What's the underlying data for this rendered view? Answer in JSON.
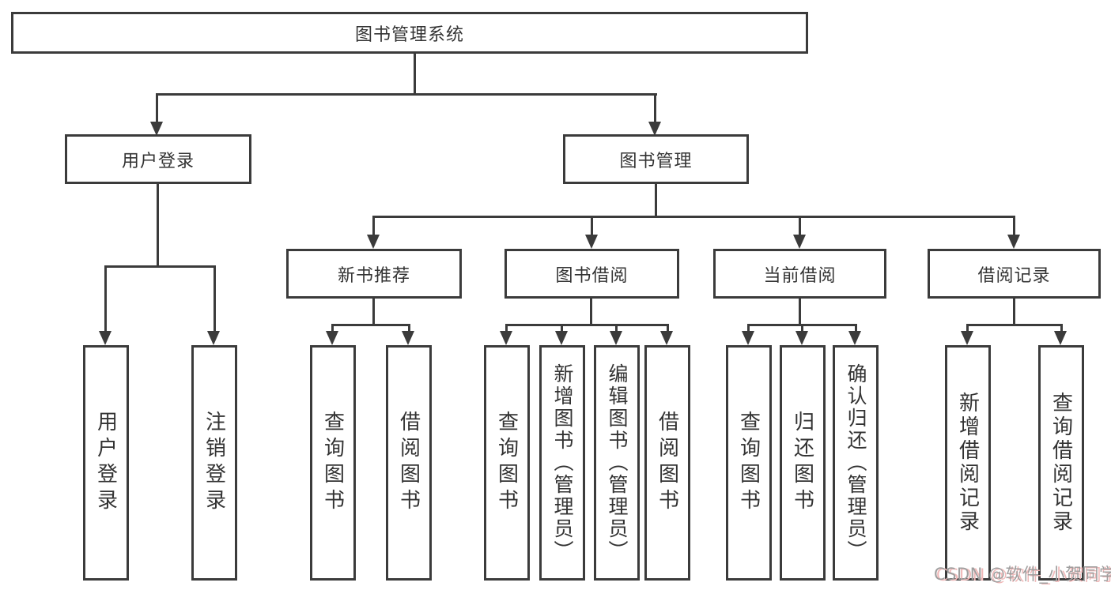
{
  "diagram_title": "图书管理系统",
  "nodes": {
    "root": {
      "label": "图书管理系统"
    },
    "user_login_group": {
      "label": "用户登录"
    },
    "book_management": {
      "label": "图书管理"
    },
    "login": {
      "label": "用户登录"
    },
    "logout": {
      "label": "注销登录"
    },
    "new_book_rec": {
      "label": "新书推荐"
    },
    "book_borrow": {
      "label": "图书借阅"
    },
    "current_borrow": {
      "label": "当前借阅"
    },
    "borrow_records": {
      "label": "借阅记录"
    },
    "nb_query_book": {
      "label": "查询图书"
    },
    "nb_borrow_book": {
      "label": "借阅图书"
    },
    "bb_query_book": {
      "label": "查询图书"
    },
    "bb_add_book": {
      "label": "新增图书（管理员）"
    },
    "bb_edit_book": {
      "label": "编辑图书（管理员）"
    },
    "bb_borrow_book": {
      "label": "借阅图书"
    },
    "cb_query_book": {
      "label": "查询图书"
    },
    "cb_return_book": {
      "label": "归还图书"
    },
    "cb_confirm_return": {
      "label": "确认归还（管理员）"
    },
    "br_add_record": {
      "label": "新增借阅记录"
    },
    "br_query_record": {
      "label": "查询借阅记录"
    }
  },
  "hierarchy": {
    "root": [
      "user_login_group",
      "book_management"
    ],
    "user_login_group": [
      "login",
      "logout"
    ],
    "book_management": [
      "new_book_rec",
      "book_borrow",
      "current_borrow",
      "borrow_records"
    ],
    "new_book_rec": [
      "nb_query_book",
      "nb_borrow_book"
    ],
    "book_borrow": [
      "bb_query_book",
      "bb_add_book",
      "bb_edit_book",
      "bb_borrow_book"
    ],
    "current_borrow": [
      "cb_query_book",
      "cb_return_book",
      "cb_confirm_return"
    ],
    "borrow_records": [
      "br_add_record",
      "br_query_record"
    ]
  },
  "colors": {
    "line": "#3b3b3b",
    "text": "#333333",
    "background": "#ffffff",
    "watermark_text": "#9f9f9f",
    "watermark_shadow": "#f0b9b9"
  },
  "watermark": {
    "text": "CSDN @软件_小贺同学"
  }
}
